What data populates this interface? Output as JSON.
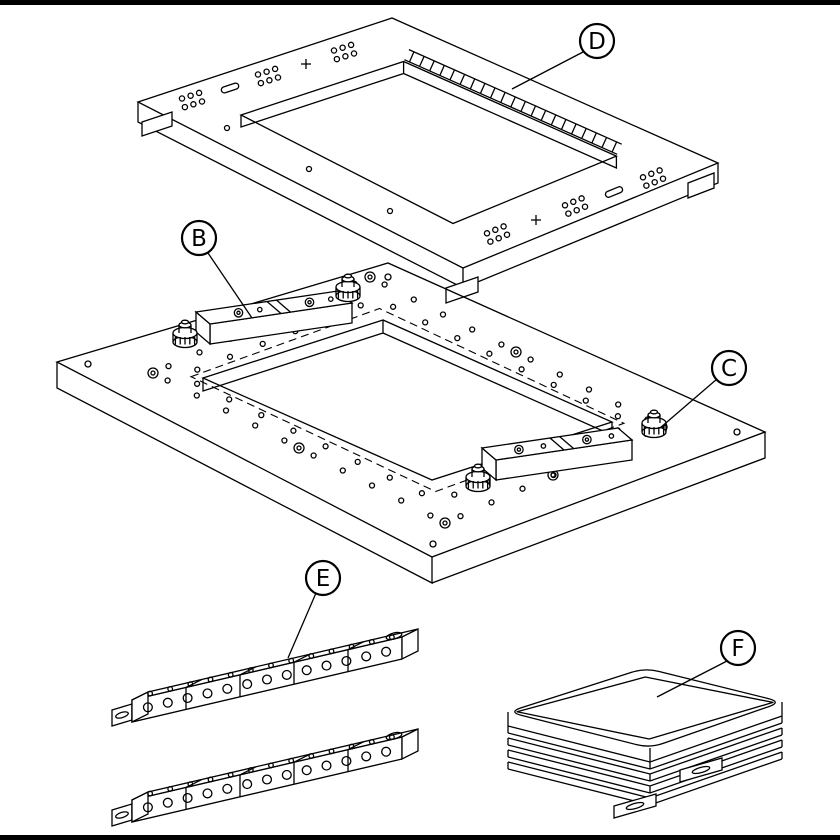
{
  "diagram": {
    "background_color": "#ffffff",
    "line_color": "#000000",
    "callouts": {
      "b": "B",
      "c": "C",
      "d": "D",
      "e": "E",
      "f": "F"
    }
  }
}
